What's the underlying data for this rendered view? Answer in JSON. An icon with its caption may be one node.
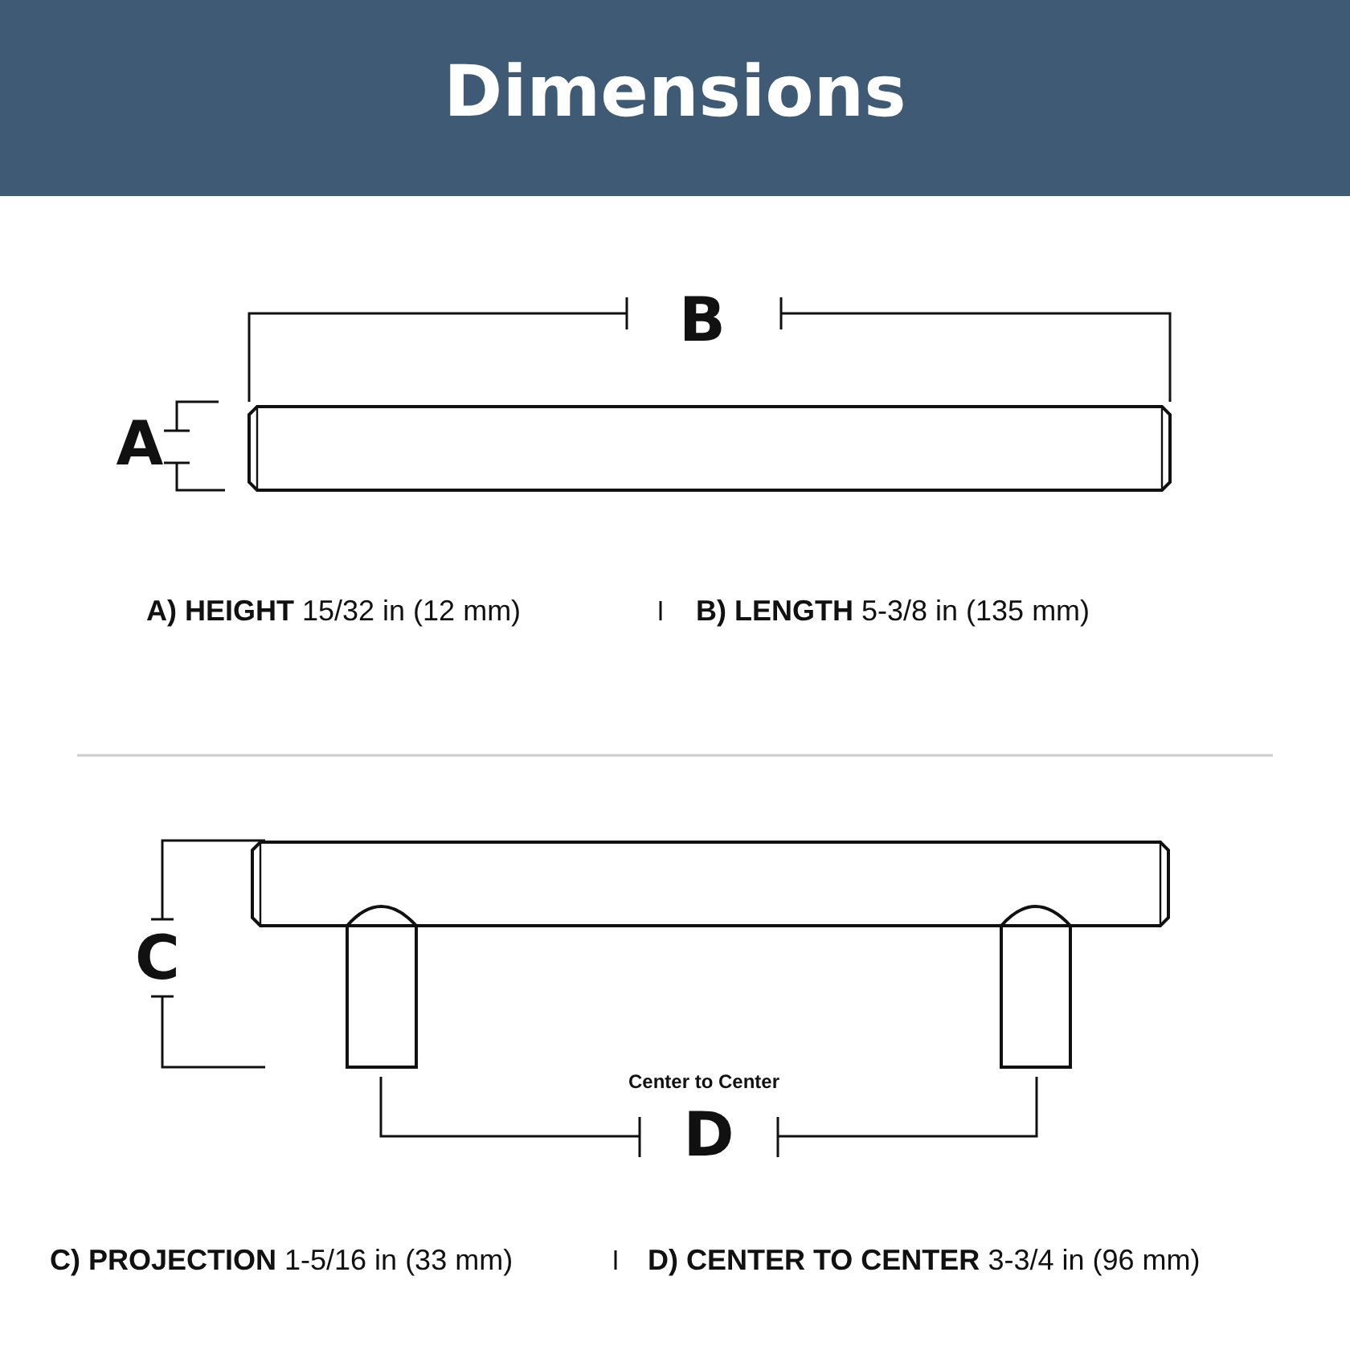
{
  "diagram": {
    "title": "Dimensions",
    "labels": [
      "B",
      "A",
      "**A) HEIGHT** 15/32 in (12 mm)",
      "**B) LENGTH** 5-3/8 in (135 mm)",
      "C",
      "Center to Center",
      "D",
      "**C) PROJECTION** 1-5/16 in (33 mm)",
      "**D) CENTER TO CENTER** 3-3/4 in (96 mm)"
    ]
  }
}
